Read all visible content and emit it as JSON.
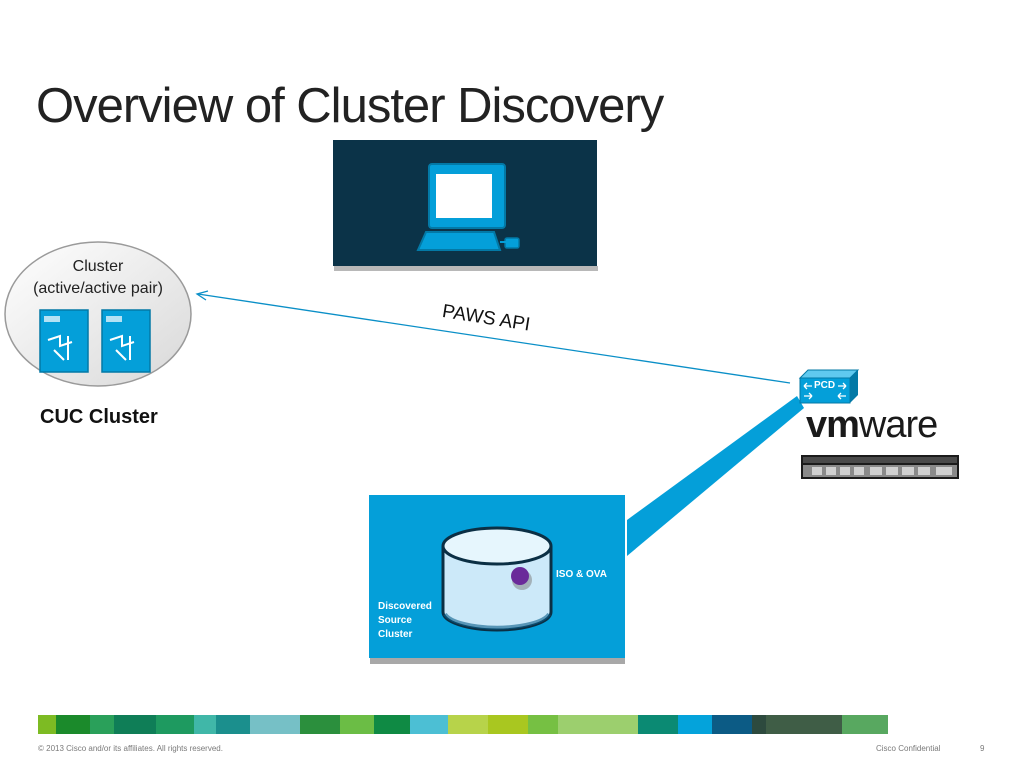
{
  "slide": {
    "title": "Overview of Cluster Discovery"
  },
  "cluster": {
    "line1": "Cluster",
    "line2": "(active/active pair)",
    "caption": "CUC Cluster"
  },
  "api": {
    "label": "PAWS API"
  },
  "pcd": {
    "label": "PCD",
    "logo_vm": "vm",
    "logo_ware": "ware"
  },
  "storage": {
    "iso_label": "ISO & OVA",
    "source_lines": [
      "Discovered",
      "Source",
      "Cluster"
    ]
  },
  "footer": {
    "copyright": "© 2013 Cisco and/or its affiliates. All rights reserved.",
    "confidential": "Cisco Confidential",
    "page": "9"
  },
  "colors": {
    "accent_blue": "#049fd9",
    "dark_panel": "#0b3348",
    "bar": [
      "#7dbb23",
      "#1b8a2b",
      "#2aa05a",
      "#0f7e57",
      "#1e9a60",
      "#40b7a8",
      "#1b8f8d",
      "#76c0c6",
      "#2b8f3d",
      "#6bbd45",
      "#0f8a44",
      "#4cbfd4",
      "#b7d34a",
      "#a9c720",
      "#76c043",
      "#9ccf6e",
      "#0b8a73",
      "#04a3db",
      "#0c5b85",
      "#2d4a3e",
      "#3f5d46",
      "#58a860"
    ]
  },
  "icons": [
    "computer-icon",
    "server-icon",
    "pcd-icon",
    "database-icon",
    "rack-server-icon"
  ]
}
